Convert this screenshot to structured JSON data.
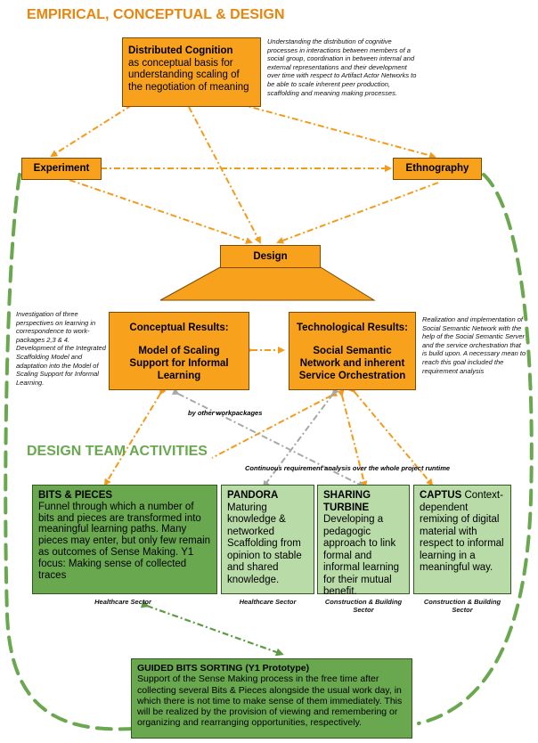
{
  "heading_top": "EMPIRICAL, CONCEPTUAL & DESIGN",
  "heading_mid": "DESIGN TEAM ACTIVITIES",
  "dc": {
    "title": "Distributed Cognition",
    "body": "as conceptual basis for understanding scaling of the negotiation of meaning"
  },
  "dc_note": "Understanding the distribution of cognitive processes in interactions between members of a social group, coordination in between internal and external representations and their development over time with respect to Artifact Actor Networks to be able to scale inherent peer production, scaffolding and meaning making processes.",
  "experiment": "Experiment",
  "ethnography": "Ethnography",
  "design": "Design",
  "conceptual": {
    "title": "Conceptual Results:",
    "body": "Model of Scaling Support for Informal Learning"
  },
  "technological": {
    "title": "Technological Results:",
    "body": "Social Semantic Network and inherent Service Orchestration"
  },
  "left_note": "Investigation of three perspectives on learning in correspondence to work-packages 2,3 & 4. Development of the Integrated Scaffolding Model and adaptation into the Model of Scaling Support for Informal Learning.",
  "right_note": "Realization and implementation of Social Semantic Network with the help of the Social Semantic Server and the service orchestration that is build upon. A necessary mean to reach this goal included the requirement analysis",
  "other_wp": "by other workpackages",
  "continuous": "Continuous requirement analysis over the whole project runtime",
  "bits": {
    "title": "BITS & PIECES",
    "body": "Funnel through which a number of bits and pieces are transformed into meaningful learning paths. Many pieces may enter, but only few remain as outcomes of Sense Making. Y1 focus: Making sense of collected traces"
  },
  "pandora": {
    "title": "PANDORA",
    "body": "Maturing knowledge & networked Scaffolding from opinion to stable and shared knowledge."
  },
  "sharing": {
    "title": "SHARING TURBINE",
    "body": "Developing a pedagogic approach to link formal and informal learning for their mutual benefit."
  },
  "captus": {
    "title": "CAPTUS",
    "body": "Context-dependent remixing of digital material with respect to informal learning in a meaningful way."
  },
  "sectors": {
    "bits": "Healthcare Sector",
    "pandora": "Healthcare Sector",
    "sharing": "Construction & Building Sector",
    "captus": "Construction & Building Sector"
  },
  "guided": {
    "title": "GUIDED BITS SORTING (Y1 Prototype)",
    "body": "Support of the Sense Making process in the free time after collecting several Bits & Pieces alongside the usual work day, in which there is not time to make sense of them immediately. This will be realized by the provision of viewing and remembering or organizing and rearranging opportunities, respectively."
  },
  "colors": {
    "orange": "#f7a11c",
    "dark_green": "#6aa84f",
    "light_green": "#b9dba8",
    "heading": "#e8850c"
  }
}
